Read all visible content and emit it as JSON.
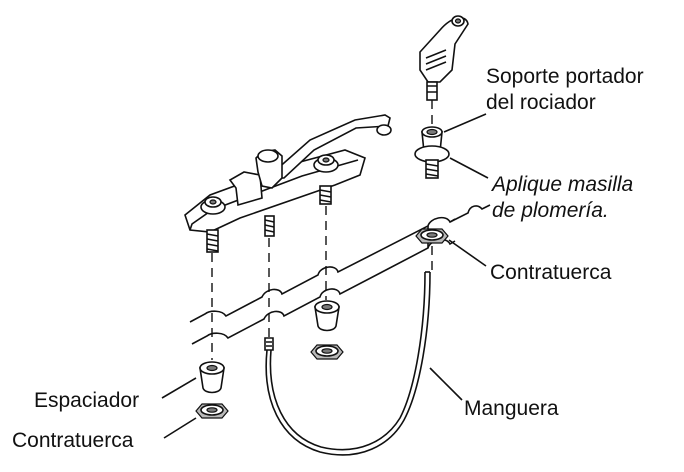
{
  "labels": {
    "sprayer_holder": [
      "Soporte portador",
      "del rociador"
    ],
    "putty": [
      "Aplique masilla",
      "de plomería."
    ],
    "locknut_right": "Contratuerca",
    "spacer": "Espaciador",
    "locknut_left": "Contratuerca",
    "hose": "Manguera"
  }
}
